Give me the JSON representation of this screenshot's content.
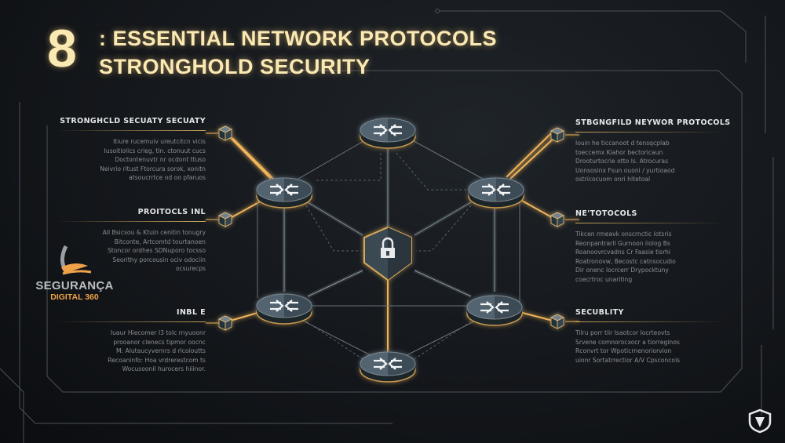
{
  "title": {
    "number": "8",
    "line1": ": ESSENTIAL NETWORK PROTOCOLS",
    "line2": "STRONGHOLD SECURITY"
  },
  "blocks": {
    "left": [
      {
        "heading": "STRONGHCLD SECUATY SECUATY",
        "lines": [
          "Itiure rucemuiv ureutcitcn vicis",
          "Iusoitiolics crieg, tin. ctonuut cucs",
          "Doctontenuvtr nr ocdont ttuso",
          "Neivrio ritust Ftorcura sorok, xonitn",
          "atsoucrrtce od oo pfaruos"
        ]
      },
      {
        "heading": "PROITOCLS INL",
        "lines": [
          "All Bsicsou  & Ktuin cenitin tonugry",
          "Bitconte, Artcomtd tourtanoen",
          "Stoncor ordhes SDNuporo  tocsso",
          "Seorithy porcousin ociv odociin",
          "ocsurecps"
        ]
      },
      {
        "heading": "INBL E",
        "lines": [
          "Iuaur Hiecomer I3 tolc rnyuoonr",
          "prooanor clenecs tipmor oocnc",
          "M: Alutaucyvernrs d rlcoioutts",
          "Recoaninfo: Hoa vrdrerestcom ts",
          "Wocusoonil hurocers hiiinor."
        ]
      }
    ],
    "right": [
      {
        "heading": "STBGNGFILD NEYWOR PROTOCOLS",
        "lines": [
          "Iouin he ticcanoot d tensqcplab",
          "toeccemx Kiahor bectoricaun",
          "Drooturtocrie otto ls. Atrocuras",
          "Uonsosinx Fsun ouoni / yurtioaod",
          "ostricocuom onri hitetoal"
        ]
      },
      {
        "heading": "NE'TOTOCOLS",
        "lines": [
          "Tikcen rrneavk onscrnctic lotsris",
          "Reonpantrarll Gurnoon iiolog      Bs",
          "Roanoovrcvadns Cr Faasie tisrhi",
          "Roatronovw, Becostc catnsocudio",
          "Dir onenc locrcerr Drypocktuny",
          "coecrtroc unariting"
        ]
      },
      {
        "heading": "SECUBLITY",
        "lines": [
          "Tilru porr tiir Isaotcor Iocrteovts",
          "Srvene comnorocxocr a tiorreginos",
          "Rconvrt tor Wpoticrnenoriorvion",
          "uionr Sortatrrectior A/V Cpsconcols"
        ]
      }
    ]
  },
  "logo": {
    "word1": "SEGURANÇA",
    "word2": "DIGITAL 360"
  },
  "colors": {
    "accent": "#f0b45a",
    "title": "#fbe9b4",
    "node": "#4a5a66",
    "background": "#14171b"
  },
  "icons": {
    "node": "router-icon",
    "center": "shield-lock-icon",
    "connector": "cube-icon"
  }
}
